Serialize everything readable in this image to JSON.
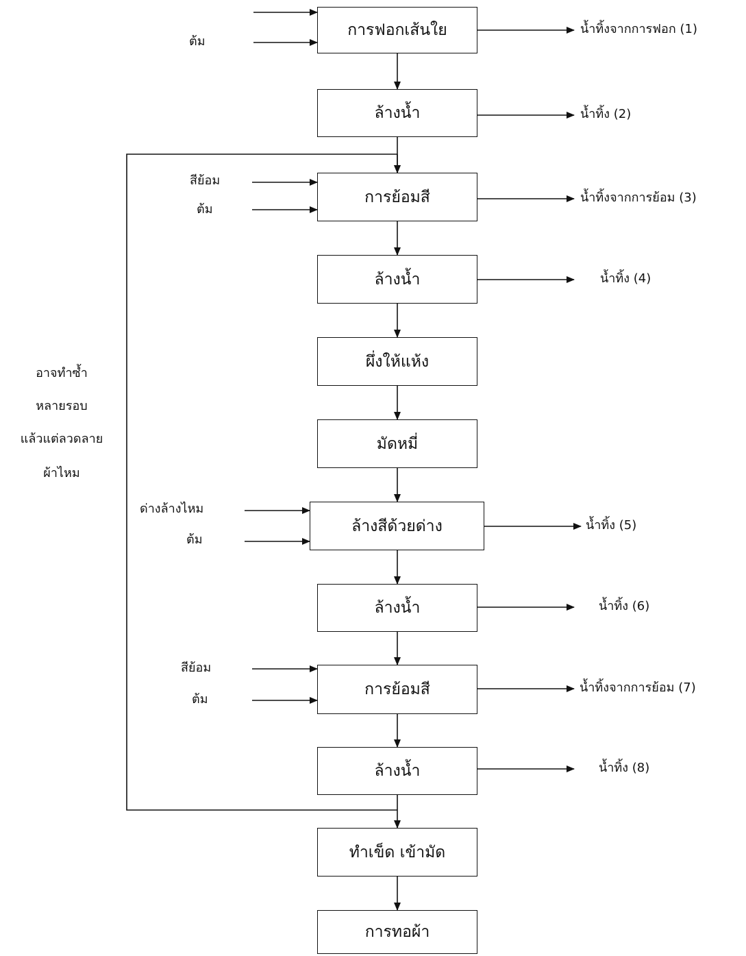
{
  "process_steps": [
    "การฟอกเส้นใย",
    "ล้างน้ำ",
    "การย้อมสี",
    "ล้างน้ำ",
    "ผึ่งให้แห้ง",
    "มัดหมี่",
    "ล้างสีด้วยด่าง",
    "ล้างน้ำ",
    "การย้อมสี",
    "ล้างน้ำ",
    "ทำเข็ด เข้ามัด",
    "การทอผ้า"
  ],
  "inputs": {
    "boil": "ต้ม",
    "dye": "สีย้อม",
    "alkali_wash": "ด่างล้างไหม"
  },
  "outputs": [
    "น้ำทิ้งจากการฟอก (1)",
    "น้ำทิ้ง (2)",
    "น้ำทิ้งจากการย้อม (3)",
    "น้ำทิ้ง (4)",
    "น้ำทิ้ง (5)",
    "น้ำทิ้ง (6)",
    "น้ำทิ้งจากการย้อม (7)",
    "น้ำทิ้ง (8)"
  ],
  "repeat_note": [
    "อาจทำซ้ำ",
    "หลายรอบ",
    "แล้วแต่ลวดลาย",
    "ผ้าไหม"
  ]
}
